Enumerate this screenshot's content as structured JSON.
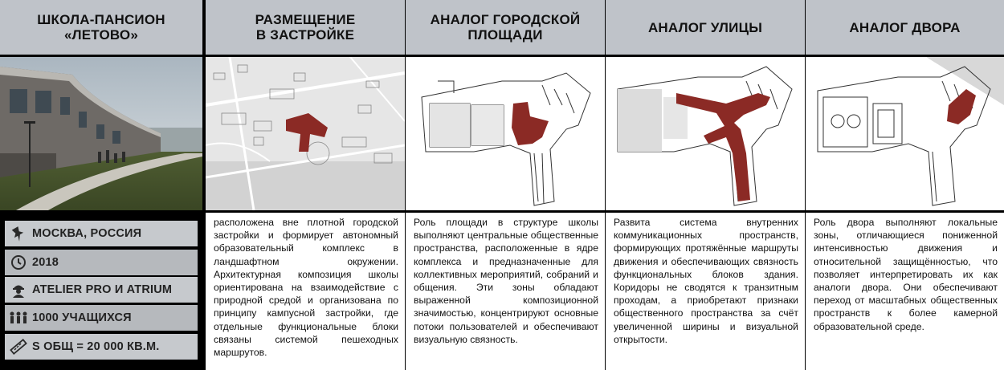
{
  "columns": [
    {
      "title": "ШКОЛА-ПАНСИОН\n«ЛЕТОВО»"
    },
    {
      "title": "РАЗМЕЩЕНИЕ\nВ ЗАСТРОЙКЕ",
      "text": "расположена вне плотной городской застройки и формирует автономный образовательный комплекс в ландшафтном окружении. Архитектурная композиция школы ориентирована на взаимодействие с природной средой и организована по принципу кампусной застройки, где отдельные функциональные блоки связаны системой пешеходных маршрутов."
    },
    {
      "title": "АНАЛОГ ГОРОДСКОЙ\nПЛОЩАДИ",
      "text": "Роль площади в структуре школы выполняют центральные общественные пространства, расположенные в ядре комплекса и предназначенные для коллективных мероприятий, собраний и общения. Эти зоны обладают выраженной композиционной значимостью, концентрируют основные потоки пользователей и обеспечивают визуальную связность."
    },
    {
      "title": "АНАЛОГ УЛИЦЫ",
      "text": "Развита система внутренних коммуникационных пространств, формирующих протяжённые маршруты движения и обеспечивающих связность функциональных блоков здания. Коридоры не сводятся к транзитным проходам, а приобретают признаки общественного пространства за счёт увеличенной ширины и визуальной открытости."
    },
    {
      "title": "АНАЛОГ ДВОРА",
      "text": "Роль двора выполняют локальные зоны, отличающиеся пониженной интенсивностью движения и относительной защищённостью, что позволяет интерпретировать их как аналоги двора. Они обеспечивают переход от масштабных общественных пространств к более камерной образовательной среде."
    }
  ],
  "info": [
    {
      "icon": "pin-icon",
      "label": "МОСКВА, РОССИЯ"
    },
    {
      "icon": "clock-icon",
      "label": "2018"
    },
    {
      "icon": "architect-icon",
      "label": "ATELIER PRO И ATRIUM"
    },
    {
      "icon": "people-icon",
      "label": "1000 УЧАЩИХСЯ"
    },
    {
      "icon": "ruler-icon",
      "label": "S ОБЩ = 20 000 КВ.М."
    }
  ],
  "colors": {
    "header": "#bfc3c9",
    "highlight": "#8b2a25",
    "row_light": "#c6c9cd",
    "row_dark": "#b6b9bd"
  }
}
